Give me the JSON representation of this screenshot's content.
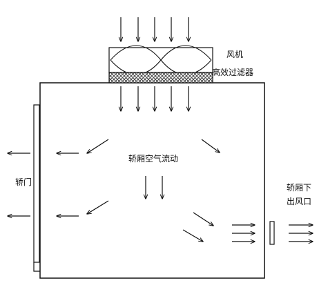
{
  "labels": {
    "fan": "风机",
    "hepa": "高效过滤器",
    "airflow": "轿厢空气流动",
    "door": "轿门",
    "outlet_line1": "轿厢下",
    "outlet_line2": "出风口"
  },
  "colors": {
    "line": "#111111",
    "background": "#ffffff",
    "filter_fill": "#555555"
  }
}
